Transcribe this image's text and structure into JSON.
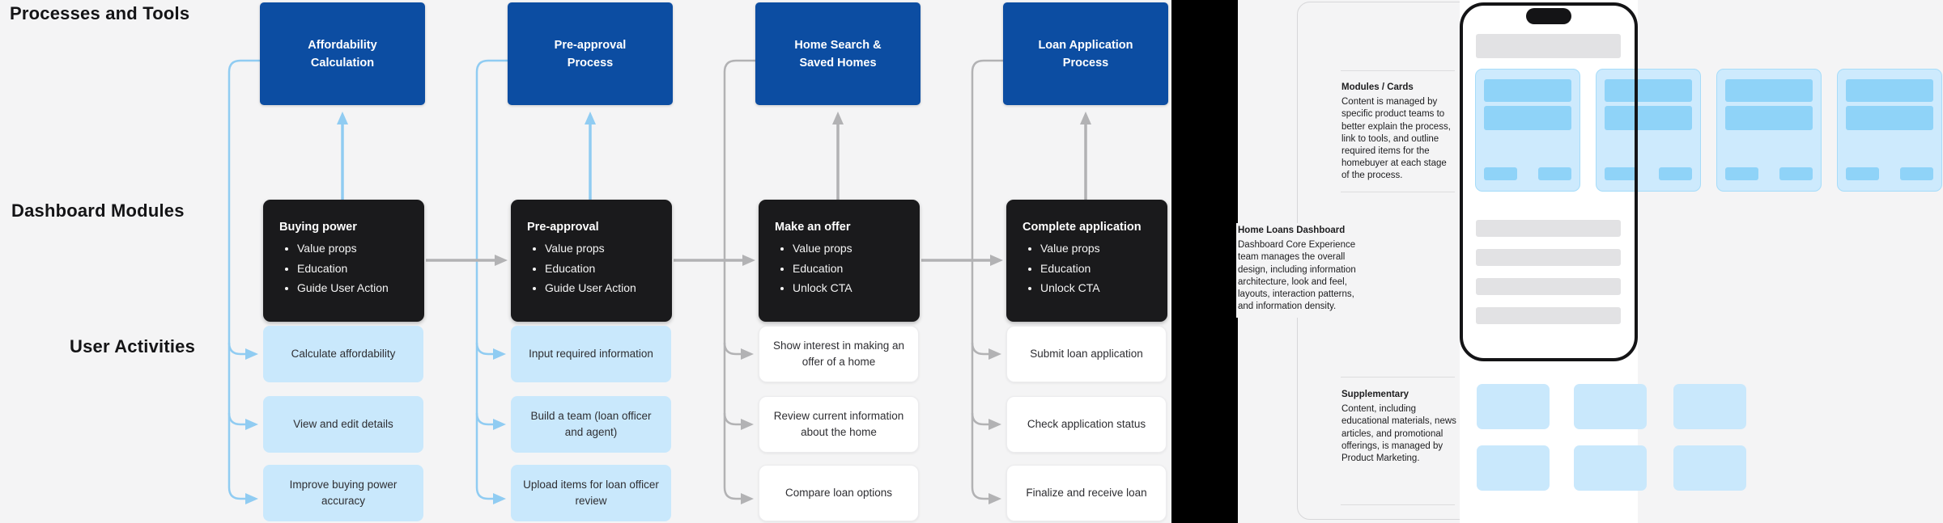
{
  "row_labels": {
    "processes": "Processes and Tools",
    "modules": "Dashboard Modules",
    "activities": "User Activities"
  },
  "columns": [
    {
      "process": {
        "line1": "Affordability",
        "line2": "Calculation"
      },
      "module": {
        "title": "Buying power",
        "bullets": [
          "Value props",
          "Education",
          "Guide User Action"
        ]
      },
      "activities": [
        "Calculate affordability",
        "View and edit details",
        "Improve buying power accuracy"
      ]
    },
    {
      "process": {
        "line1": "Pre-approval",
        "line2": "Process"
      },
      "module": {
        "title": "Pre-approval",
        "bullets": [
          "Value props",
          "Education",
          "Guide User Action"
        ]
      },
      "activities": [
        "Input required information",
        "Build a team (loan officer and agent)",
        "Upload items for loan officer review"
      ]
    },
    {
      "process": {
        "line1": "Home Search &",
        "line2": "Saved Homes"
      },
      "module": {
        "title": "Make an offer",
        "bullets": [
          "Value props",
          "Education",
          "Unlock CTA"
        ]
      },
      "activities": [
        "Show interest in making an offer of a home",
        "Review current information about the home",
        "Compare loan options"
      ]
    },
    {
      "process": {
        "line1": "Loan Application",
        "line2": "Process"
      },
      "module": {
        "title": "Complete application",
        "bullets": [
          "Value props",
          "Education",
          "Unlock CTA"
        ]
      },
      "activities": [
        "Submit loan application",
        "Check application status",
        "Finalize and receive loan"
      ]
    }
  ],
  "annotations": {
    "modules_cards": {
      "title": "Modules / Cards",
      "body": "Content is managed by specific product teams to better explain the process, link to tools, and outline required items for the homebuyer at each stage of the process."
    },
    "dashboard": {
      "title": "Home Loans Dashboard",
      "body": "Dashboard Core Experience team manages the overall design, including information architecture, look and feel, layouts, interaction patterns, and information density."
    },
    "supplementary": {
      "title": "Supplementary",
      "body": "Content, including educational materials, news articles, and promotional offerings, is managed by Product Marketing."
    }
  },
  "colors": {
    "background": "#f4f4f5",
    "process_blue": "#0c4da2",
    "module_black": "#1a1a1c",
    "activity_light_blue": "#c9e8fc",
    "arrow_blue": "#90ccf2",
    "arrow_gray": "#b2b2b4",
    "card_fill": "#cdeafd",
    "card_bar": "#8fd3f8",
    "divider_bar": "#000000"
  }
}
